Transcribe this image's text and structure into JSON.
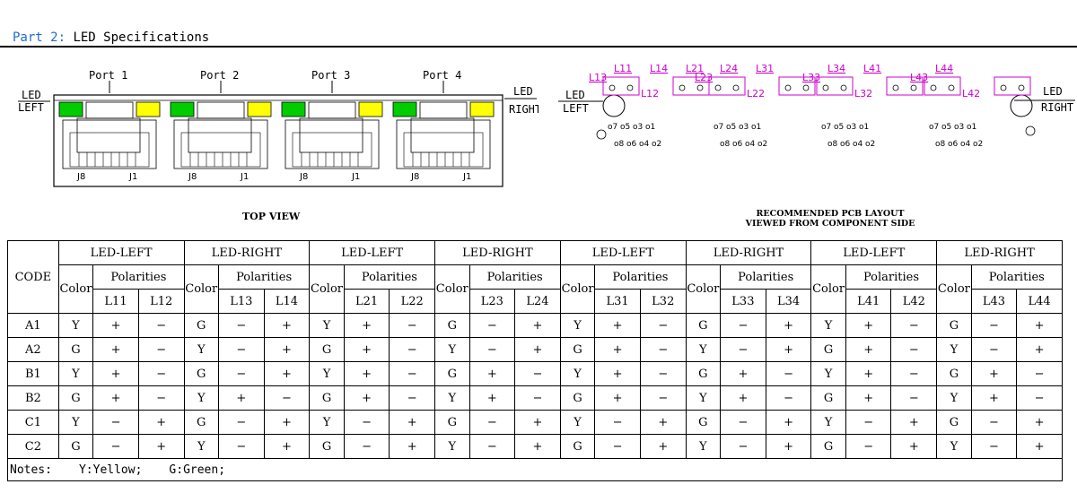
{
  "section": {
    "prefix": "Part 2:",
    "title": "LED Specifications"
  },
  "top_view": {
    "title": "TOP VIEW",
    "ports": [
      "Port 1",
      "Port 2",
      "Port 3",
      "Port 4"
    ],
    "led_left": [
      "LED",
      "LEFT"
    ],
    "led_right": [
      "LED",
      "RIGHT"
    ],
    "pin_labels": [
      "J8",
      "J1"
    ],
    "left_led_color": "#00cc00",
    "right_led_color": "#ffff00"
  },
  "pcb_layout": {
    "title_line1": "RECOMMENDED PCB LAYOUT",
    "title_line2": "VIEWED FROM COMPONENT SIDE",
    "led_left": [
      "LED",
      "LEFT"
    ],
    "led_right": [
      "LED",
      "RIGHT"
    ],
    "groups": [
      {
        "top": [
          "L11",
          "L14",
          "L21"
        ],
        "bottom": [
          "L12"
        ],
        "mid": [
          "L13"
        ]
      },
      {
        "top": [
          "L24",
          "L31"
        ],
        "bottom": [
          "L22"
        ],
        "mid": [
          "L23"
        ]
      },
      {
        "top": [
          "L34",
          "L41"
        ],
        "bottom": [
          "L32"
        ],
        "mid": [
          "L33"
        ]
      },
      {
        "top": [
          "L44"
        ],
        "bottom": [
          "L42"
        ],
        "mid": [
          "L43"
        ]
      }
    ],
    "pin_top": [
      "7",
      "5",
      "3",
      "1"
    ],
    "pin_bottom": [
      "8",
      "6",
      "4",
      "2"
    ],
    "label_color": "#cc00cc"
  },
  "table": {
    "code_header": "CODE",
    "groups": [
      "LED-LEFT",
      "LED-RIGHT",
      "LED-LEFT",
      "LED-RIGHT",
      "LED-LEFT",
      "LED-RIGHT",
      "LED-LEFT",
      "LED-RIGHT"
    ],
    "color_header": "Color",
    "polarities_header": "Polarities",
    "pins": [
      "L11",
      "L12",
      "L13",
      "L14",
      "L21",
      "L22",
      "L23",
      "L24",
      "L31",
      "L32",
      "L33",
      "L34",
      "L41",
      "L42",
      "L43",
      "L44"
    ],
    "rows": [
      {
        "code": "A1",
        "cells": [
          "Y",
          "+",
          "−",
          "G",
          "−",
          "+",
          "Y",
          "+",
          "−",
          "G",
          "−",
          "+",
          "Y",
          "+",
          "−",
          "G",
          "−",
          "+",
          "Y",
          "+",
          "−",
          "G",
          "−",
          "+"
        ]
      },
      {
        "code": "A2",
        "cells": [
          "G",
          "+",
          "−",
          "Y",
          "−",
          "+",
          "G",
          "+",
          "−",
          "Y",
          "−",
          "+",
          "G",
          "+",
          "−",
          "Y",
          "−",
          "+",
          "G",
          "+",
          "−",
          "Y",
          "−",
          "+"
        ]
      },
      {
        "code": "B1",
        "cells": [
          "Y",
          "+",
          "−",
          "G",
          "−",
          "+",
          "Y",
          "+",
          "−",
          "G",
          "+",
          "−",
          "Y",
          "+",
          "−",
          "G",
          "+",
          "−",
          "Y",
          "+",
          "−",
          "G",
          "+",
          "−"
        ]
      },
      {
        "code": "B2",
        "cells": [
          "G",
          "+",
          "−",
          "Y",
          "+",
          "−",
          "G",
          "+",
          "−",
          "Y",
          "+",
          "−",
          "G",
          "+",
          "−",
          "Y",
          "+",
          "−",
          "G",
          "+",
          "−",
          "Y",
          "+",
          "−"
        ]
      },
      {
        "code": "C1",
        "cells": [
          "Y",
          "−",
          "+",
          "G",
          "−",
          "+",
          "Y",
          "−",
          "+",
          "G",
          "−",
          "+",
          "Y",
          "−",
          "+",
          "G",
          "−",
          "+",
          "Y",
          "−",
          "+",
          "G",
          "−",
          "+"
        ]
      },
      {
        "code": "C2",
        "cells": [
          "G",
          "−",
          "+",
          "Y",
          "−",
          "+",
          "G",
          "−",
          "+",
          "Y",
          "−",
          "+",
          "G",
          "−",
          "+",
          "Y",
          "−",
          "+",
          "G",
          "−",
          "+",
          "Y",
          "−",
          "+"
        ]
      }
    ],
    "notes_label": "Notes:",
    "notes": [
      "Y:Yellow;",
      "G:Green;"
    ]
  }
}
